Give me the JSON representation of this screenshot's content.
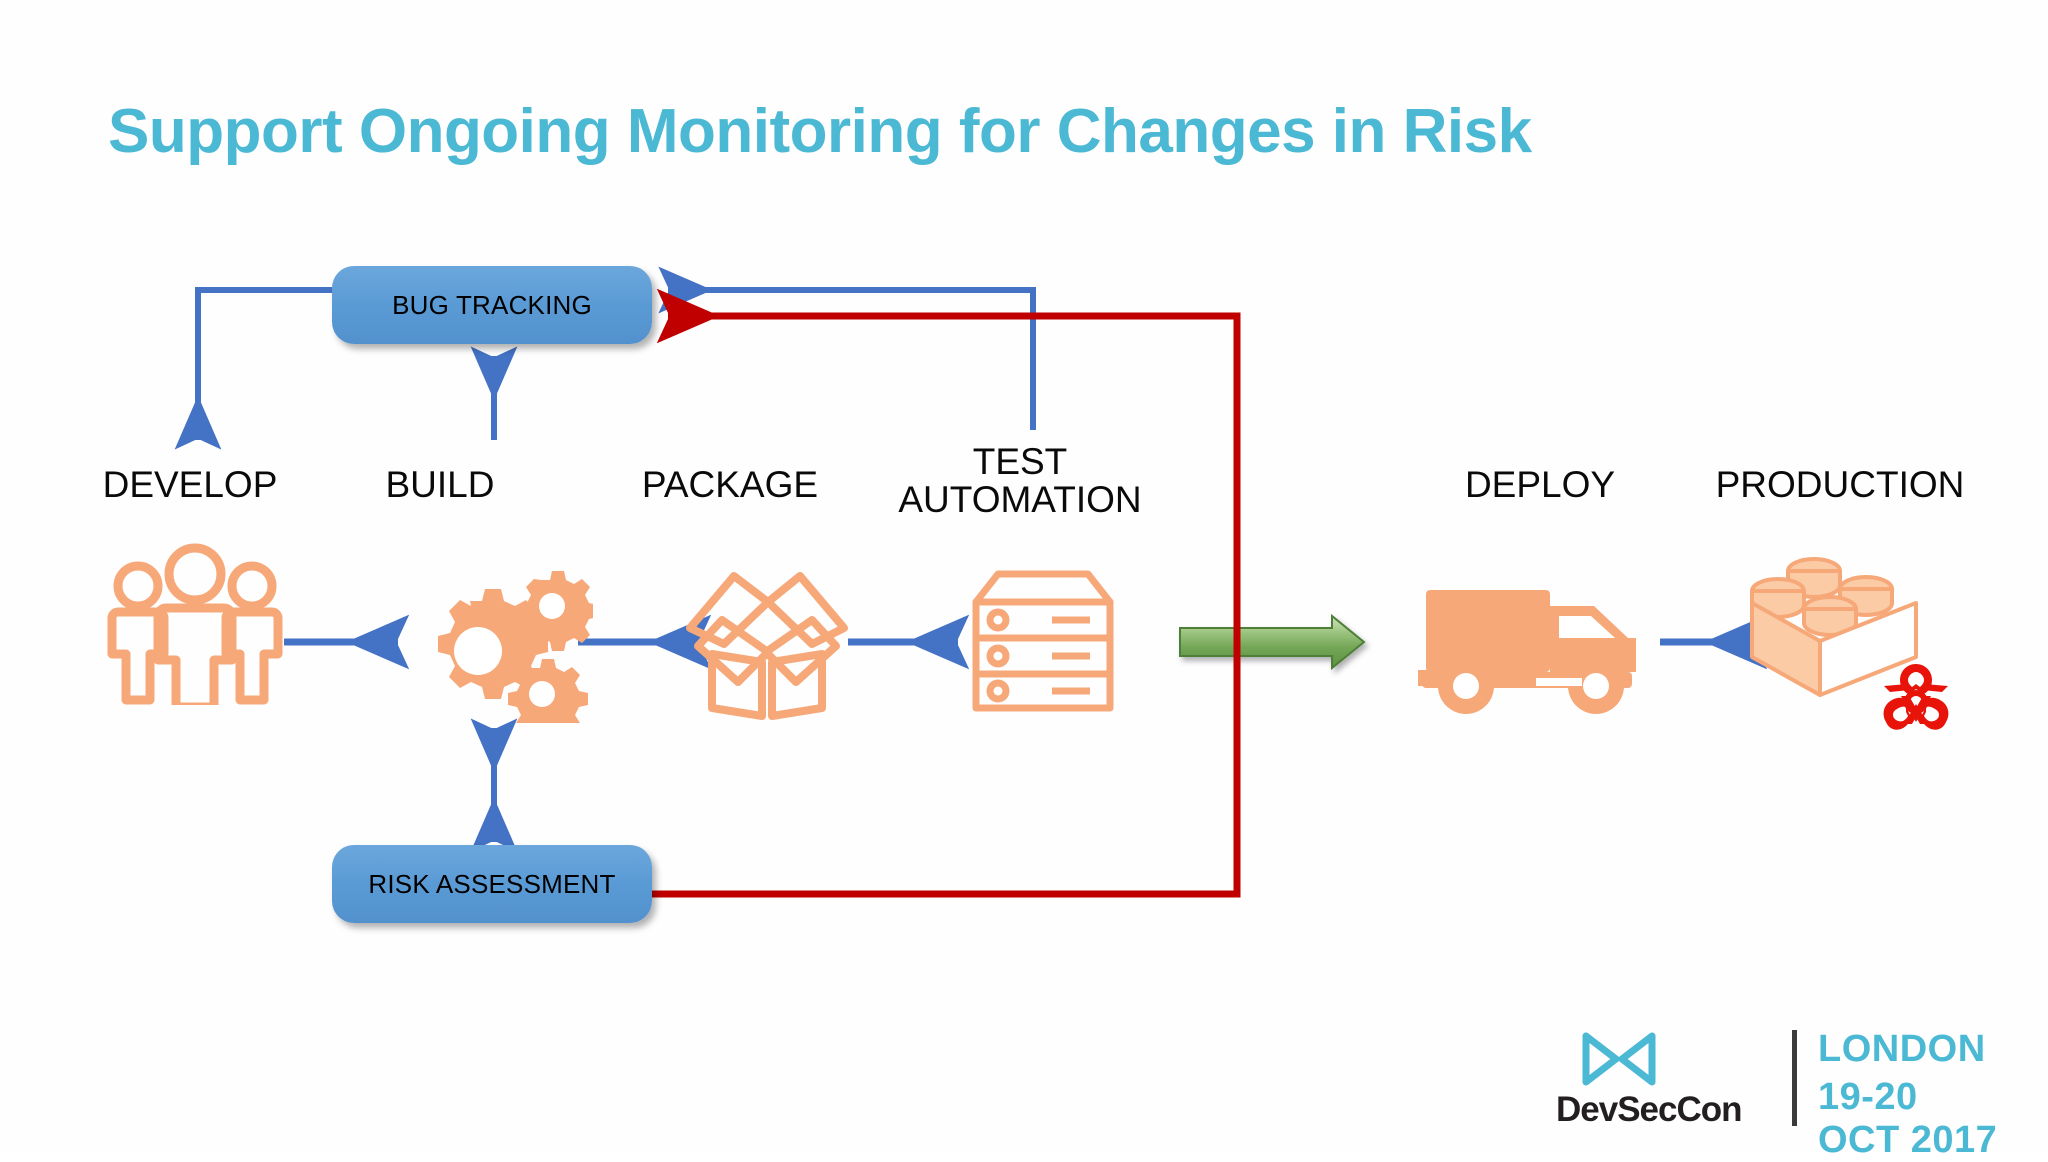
{
  "slide": {
    "title": "Support Ongoing Monitoring for Changes in Risk",
    "title_color": "#4bb8d4",
    "background_color": "#ffffff"
  },
  "pipeline": {
    "stages": [
      {
        "id": "develop",
        "label": "DEVELOP",
        "icon": "people-icon"
      },
      {
        "id": "build",
        "label": "BUILD",
        "icon": "gears-icon"
      },
      {
        "id": "package",
        "label": "PACKAGE",
        "icon": "open-box-icon"
      },
      {
        "id": "test",
        "label": "TEST\nAUTOMATION",
        "icon": "server-rack-icon"
      },
      {
        "id": "deploy",
        "label": "DEPLOY",
        "icon": "delivery-truck-icon"
      },
      {
        "id": "production",
        "label": "PRODUCTION",
        "icon": "lego-brick-icon"
      }
    ],
    "icon_color": "#f7a878",
    "arrow_color": "#4472c4"
  },
  "boxes": [
    {
      "id": "bug-tracking",
      "label": "BUG TRACKING",
      "fill": "#5b9bd5",
      "text_color": "#000000"
    },
    {
      "id": "risk-assessment",
      "label": "RISK ASSESSMENT",
      "fill": "#5b9bd5",
      "text_color": "#000000"
    }
  ],
  "overlays": {
    "hazard_icon": "biohazard-icon",
    "hazard_color": "#e8140a",
    "gate_arrow_color": "#79a86b",
    "feedback_line_color": "#c00000",
    "flow_line_color": "#4472c4"
  },
  "footer": {
    "logo_mark": "bowtie-logo-icon",
    "wordmark": "DevSecCon",
    "city": "LONDON",
    "dates": "19-20 OCT 2017",
    "accent_color": "#4bb8d4",
    "wordmark_color": "#231f20"
  }
}
